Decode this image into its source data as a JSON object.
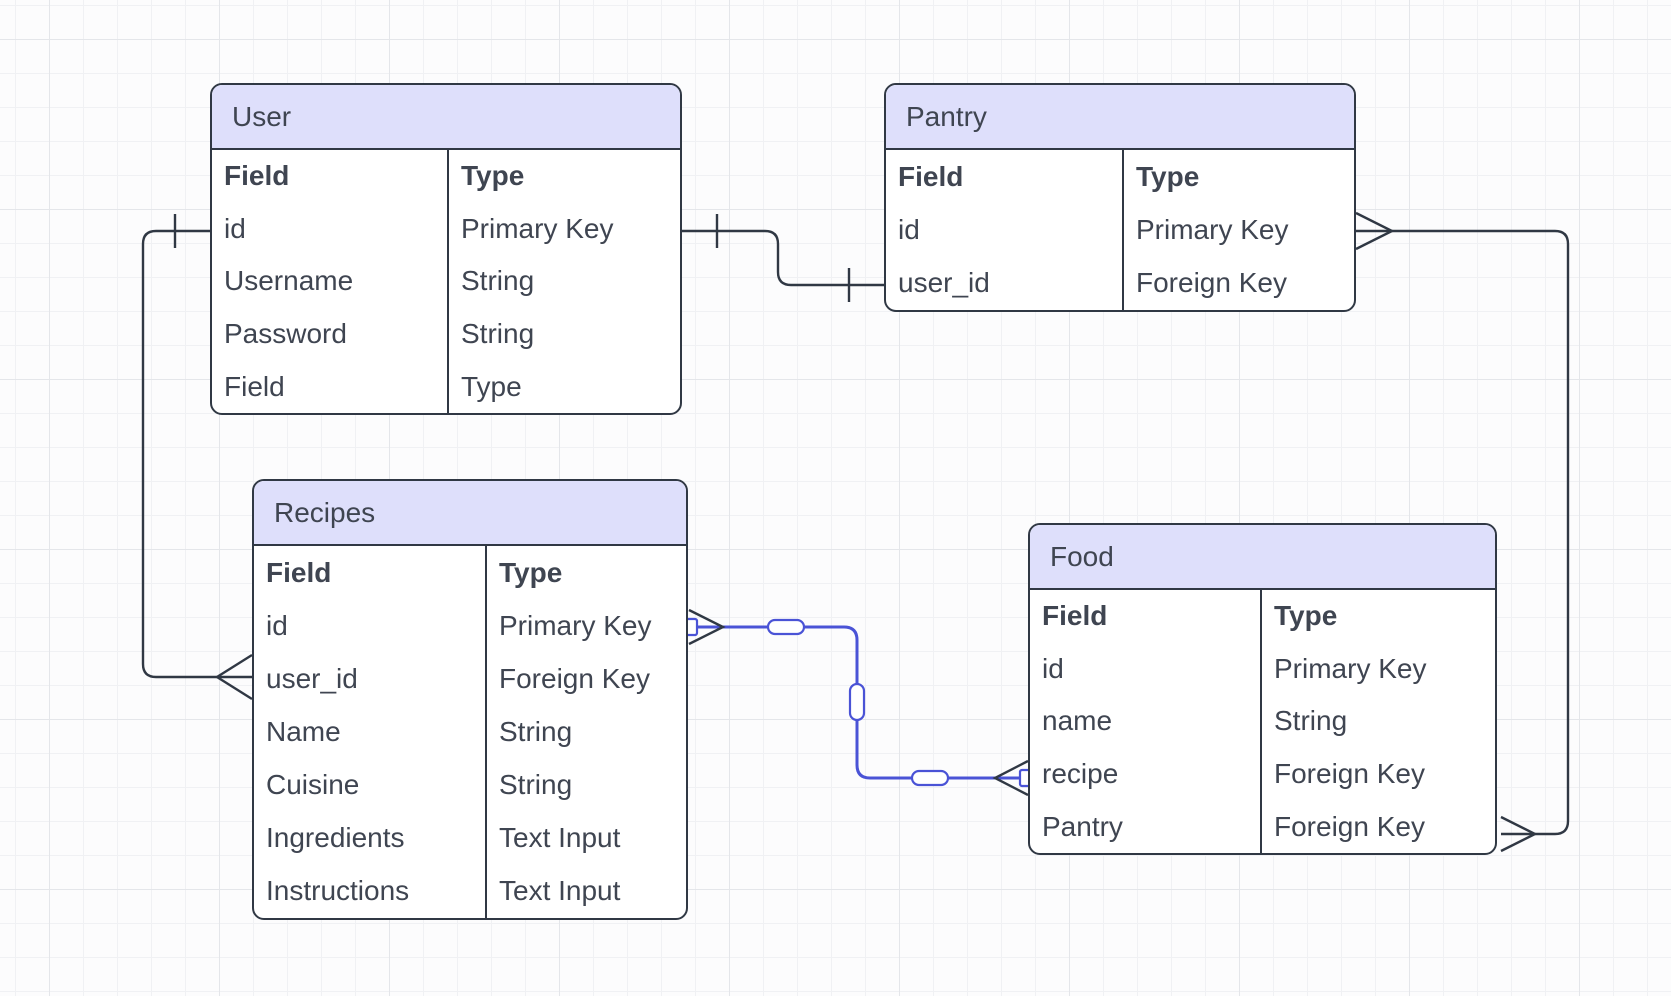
{
  "diagram": {
    "tables": [
      {
        "title": "User",
        "columns": [
          "Field",
          "Type"
        ],
        "rows": [
          [
            "id",
            "Primary Key"
          ],
          [
            "Username",
            "String"
          ],
          [
            "Password",
            "String"
          ],
          [
            "Field",
            "Type"
          ]
        ]
      },
      {
        "title": "Pantry",
        "columns": [
          "Field",
          "Type"
        ],
        "rows": [
          [
            "id",
            "Primary Key"
          ],
          [
            "user_id",
            "Foreign Key"
          ]
        ]
      },
      {
        "title": "Recipes",
        "columns": [
          "Field",
          "Type"
        ],
        "rows": [
          [
            "id",
            "Primary Key"
          ],
          [
            "user_id",
            "Foreign Key"
          ],
          [
            "Name",
            "String"
          ],
          [
            "Cuisine",
            "String"
          ],
          [
            "Ingredients",
            "Text Input"
          ],
          [
            "Instructions",
            "Text Input"
          ]
        ]
      },
      {
        "title": "Food",
        "columns": [
          "Field",
          "Type"
        ],
        "rows": [
          [
            "id",
            "Primary Key"
          ],
          [
            "name",
            "String"
          ],
          [
            "recipe",
            "Foreign Key"
          ],
          [
            "Pantry",
            "Foreign Key"
          ]
        ]
      }
    ],
    "relationships": [
      {
        "from": "User.id",
        "to": "Pantry.user_id",
        "from_cardinality": "one",
        "to_cardinality": "one",
        "selected": false
      },
      {
        "from": "User.id",
        "to": "Recipes.user_id",
        "from_cardinality": "one",
        "to_cardinality": "many",
        "selected": false
      },
      {
        "from": "Pantry.id",
        "to": "Food.Pantry",
        "from_cardinality": "many",
        "to_cardinality": "many",
        "selected": false
      },
      {
        "from": "Recipes.id",
        "to": "Food.recipe",
        "from_cardinality": "many",
        "to_cardinality": "many",
        "selected": true
      }
    ],
    "colors": {
      "line": "#303844",
      "text": "#3f4551",
      "header_fill": "#dedffb",
      "selected": "#4a53d6",
      "handle_fill": "#ffffff",
      "grid_minor": "#f0f1f4",
      "grid_major": "#e4e6ea",
      "canvas": "#fcfcfd"
    }
  }
}
